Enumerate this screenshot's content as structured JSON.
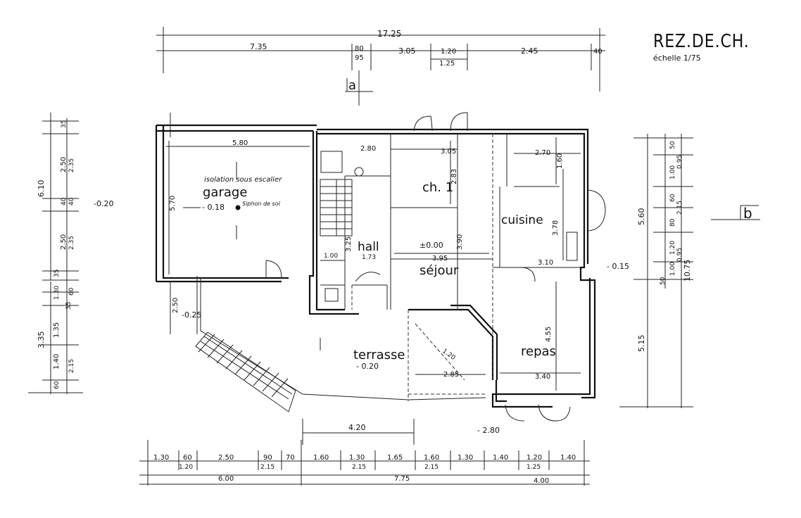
{
  "title": "REZ.DE.CH.",
  "scale_label": "échelle 1/75",
  "section_marks": {
    "a": "a",
    "b": "b"
  },
  "rooms": {
    "garage": "garage",
    "ch1": "ch. 1",
    "hall": "hall",
    "sejour": "séjour",
    "cuisine": "cuisine",
    "repas": "repas",
    "terrasse": "terrasse"
  },
  "notes": {
    "isolation": "isolation sous escalier",
    "siphon": "Siphon de sol",
    "garage_level": "- 0.18",
    "zero_level": "±0.00",
    "terrasse_level": "- 0.20",
    "left_level": "-0.20",
    "right_level": "- 0.15",
    "lower_level": "-0.25",
    "bottom_level": "- 2.80"
  },
  "top_dims": {
    "total": "17.25",
    "row": [
      "7.35",
      "80",
      "3.05",
      "1.20",
      "2.45",
      "40"
    ],
    "sub": [
      "95",
      "1.25"
    ]
  },
  "bottom_dims": {
    "top": "4.20",
    "row": [
      "1.30",
      "60",
      "2.50",
      "90",
      "70",
      "1.60",
      "1.30",
      "1.65",
      "1.60",
      "1.30",
      "1.40",
      "1.20",
      "1.40"
    ],
    "sub": [
      "1.20",
      "2.15",
      "2.15",
      "2.15",
      "1.25"
    ],
    "totals": [
      "6.00",
      "7.75",
      "4.00"
    ]
  },
  "left_dims": {
    "totals": [
      "6.10",
      "3.35"
    ],
    "row": [
      "35",
      "2.50",
      "40",
      "2.50",
      "35",
      "1.30",
      "35",
      "1.35",
      "1.40",
      "60"
    ],
    "sub": [
      "2.35",
      "2.35",
      "40",
      "60",
      "2.15"
    ]
  },
  "right_dims": {
    "totals": [
      "5.60",
      "5.15",
      "10.75"
    ],
    "row": [
      "50",
      "1.00",
      "60",
      "80",
      "1.20",
      "1.00",
      "50"
    ],
    "sub": [
      "0.95",
      "2.15",
      "0.95"
    ]
  },
  "interior_dims": {
    "garage_w": "5.80",
    "garage_h": "5.70",
    "ch1_w": "2.80",
    "ch1_w2": "3.05",
    "ch1_h": "2.83",
    "cuisine_w": "2.70",
    "cuisine_h": "1.60",
    "cuisine_h2": "3.78",
    "sejour_w": "3.95",
    "sejour_h": "3.90",
    "hall_h": "3.25",
    "hall_w": "1.73",
    "wc_w": "1.00",
    "repas_w": "3.10",
    "repas_h": "4.55",
    "repas_b": "3.40",
    "terr_w": "2.85",
    "stair_w": "1.20"
  }
}
